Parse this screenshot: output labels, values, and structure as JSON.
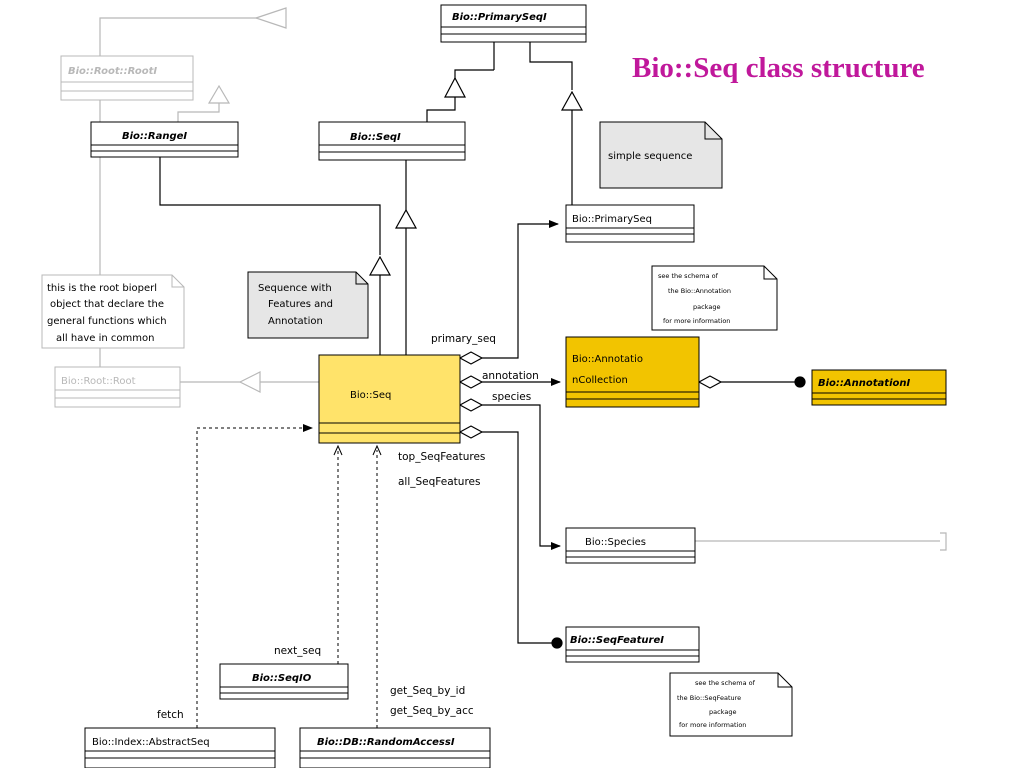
{
  "title": "Bio::Seq class structure",
  "colors": {
    "title": "#c0189b",
    "highlight": "#ffe36a",
    "highlight_dark": "#f2c400",
    "note_bg": "#e6e6e6",
    "grey": "#b8b8b8"
  },
  "classes": {
    "primaryseq_i": "Bio::PrimarySeqI",
    "root_i": "Bio::Root::RootI",
    "range_i": "Bio::RangeI",
    "seq_i": "Bio::SeqI",
    "primaryseq": "Bio::PrimarySeq",
    "root_root": "Bio::Root::Root",
    "seq": "Bio::Seq",
    "annotation_collection_1": "Bio::Annotatio",
    "annotation_collection_2": "nCollection",
    "annotation_i": "Bio::AnnotationI",
    "species": "Bio::Species",
    "seqfeature_i": "Bio::SeqFeatureI",
    "seqio": "Bio::SeqIO",
    "index_abstract": "Bio::Index::AbstractSeq",
    "db_randomaccess": "Bio::DB::RandomAccessI"
  },
  "notes": {
    "simple_sequence": "simple sequence",
    "seq_features": [
      "Sequence with",
      "Features and",
      "Annotation"
    ],
    "root_object": [
      "this is the root bioperl",
      "object that declare the",
      "general functions which",
      "all have in common"
    ],
    "annotation_schema": [
      "see the schema of",
      "the Bio::Annotation",
      "package",
      "for more information"
    ],
    "seqfeature_schema": [
      "see the schema of",
      "the Bio::SeqFeature",
      "package",
      "for more information"
    ]
  },
  "labels": {
    "primary_seq": "primary_seq",
    "annotation": "annotation",
    "species": "species",
    "top_seqfeatures": "top_SeqFeatures",
    "all_seqfeatures": "all_SeqFeatures",
    "next_seq": "next_seq",
    "fetch": "fetch",
    "get_seq_by_id": "get_Seq_by_id",
    "get_seq_by_acc": "get_Seq_by_acc"
  }
}
